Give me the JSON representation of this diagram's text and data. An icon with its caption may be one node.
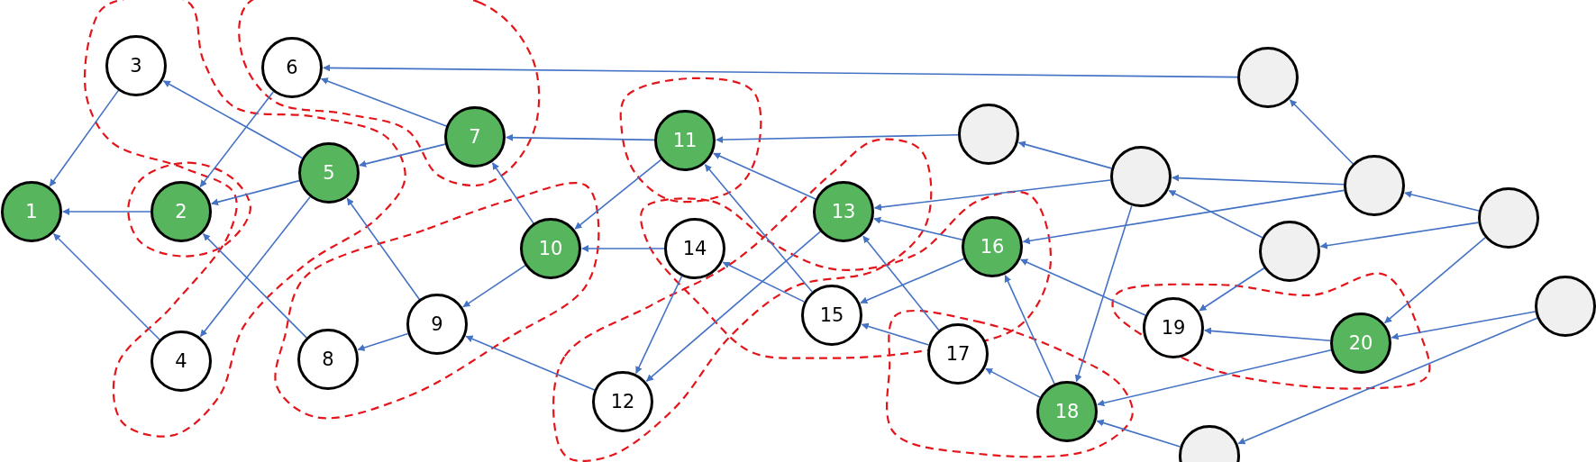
{
  "diagram": {
    "nodes": [
      {
        "text": [
          "1"
        ]
      },
      {
        "text": [
          "2"
        ]
      },
      {
        "text": [
          "3"
        ]
      },
      {
        "text": [
          "4"
        ]
      },
      {
        "text": [
          "5"
        ]
      },
      {
        "text": [
          "6"
        ]
      },
      {
        "text": [
          "7"
        ]
      },
      {
        "text": [
          "8"
        ]
      },
      {
        "text": [
          "9"
        ]
      },
      {
        "text": [
          "10"
        ]
      },
      {
        "text": [
          "11"
        ]
      },
      {
        "text": [
          "12"
        ]
      },
      {
        "text": [
          "13"
        ]
      },
      {
        "text": [
          "14"
        ]
      },
      {
        "text": [
          "15"
        ]
      },
      {
        "text": [
          "16"
        ]
      },
      {
        "text": [
          "17"
        ]
      },
      {
        "text": [
          "18"
        ]
      },
      {
        "text": [
          "19"
        ]
      },
      {
        "text": [
          "20"
        ]
      },
      {
        "text": [],
        "shape": "circle"
      },
      {
        "text": [],
        "shape": "circle"
      },
      {
        "text": [],
        "shape": "circle"
      },
      {
        "text": [],
        "shape": "circle"
      },
      {
        "text": [],
        "shape": "circle"
      },
      {
        "text": [],
        "shape": "circle"
      },
      {
        "text": [],
        "shape": "circle"
      },
      {
        "text": [],
        "shape": "circle"
      }
    ],
    "edges": [
      {
        "from": 2,
        "to": 0,
        "arrow": "to"
      },
      {
        "from": 1,
        "to": 0,
        "arrow": "to"
      },
      {
        "from": 3,
        "to": 0,
        "arrow": "to"
      },
      {
        "from": 4,
        "to": 2,
        "arrow": "to"
      },
      {
        "from": 5,
        "to": 1,
        "arrow": "to"
      },
      {
        "from": 4,
        "to": 1,
        "arrow": "to"
      },
      {
        "from": 4,
        "to": 3,
        "arrow": "to"
      },
      {
        "from": 7,
        "to": 1,
        "arrow": "to"
      },
      {
        "from": 6,
        "to": 5,
        "arrow": "to"
      },
      {
        "from": 6,
        "to": 4,
        "arrow": "to"
      },
      {
        "from": 9,
        "to": 6,
        "arrow": "to"
      },
      {
        "from": 8,
        "to": 4,
        "arrow": "to"
      },
      {
        "from": 9,
        "to": 8,
        "arrow": "to"
      },
      {
        "from": 8,
        "to": 7,
        "arrow": "to"
      },
      {
        "from": 11,
        "to": 8,
        "arrow": "to"
      },
      {
        "from": 10,
        "to": 6,
        "arrow": "to"
      },
      {
        "from": 23,
        "to": 5,
        "arrow": "to"
      },
      {
        "from": 10,
        "to": 9,
        "arrow": "to"
      },
      {
        "from": 13,
        "to": 9,
        "arrow": "to"
      },
      {
        "from": 20,
        "to": 10,
        "arrow": "to"
      },
      {
        "from": 12,
        "to": 10,
        "arrow": "to"
      },
      {
        "from": 14,
        "to": 10,
        "arrow": "to"
      },
      {
        "from": 13,
        "to": 11,
        "arrow": "to"
      },
      {
        "from": 12,
        "to": 11,
        "arrow": "to"
      },
      {
        "from": 14,
        "to": 13,
        "arrow": "to"
      },
      {
        "from": 15,
        "to": 12,
        "arrow": "to"
      },
      {
        "from": 16,
        "to": 12,
        "arrow": "to"
      },
      {
        "from": 21,
        "to": 12,
        "arrow": "to"
      },
      {
        "from": 15,
        "to": 14,
        "arrow": "to"
      },
      {
        "from": 16,
        "to": 14,
        "arrow": "to"
      },
      {
        "from": 17,
        "to": 16,
        "arrow": "to"
      },
      {
        "from": 17,
        "to": 15,
        "arrow": "to"
      },
      {
        "from": 25,
        "to": 15,
        "arrow": "to"
      },
      {
        "from": 18,
        "to": 15,
        "arrow": "to"
      },
      {
        "from": 21,
        "to": 20,
        "arrow": "to"
      },
      {
        "from": 25,
        "to": 21,
        "arrow": "to"
      },
      {
        "from": 25,
        "to": 23,
        "arrow": "to"
      },
      {
        "from": 24,
        "to": 21,
        "arrow": "to"
      },
      {
        "from": 26,
        "to": 25,
        "arrow": "to"
      },
      {
        "from": 26,
        "to": 24,
        "arrow": "to"
      },
      {
        "from": 24,
        "to": 18,
        "arrow": "to"
      },
      {
        "from": 26,
        "to": 19,
        "arrow": "to"
      },
      {
        "from": 19,
        "to": 18,
        "arrow": "to"
      },
      {
        "from": 19,
        "to": 17,
        "arrow": "to"
      },
      {
        "from": 27,
        "to": 19,
        "arrow": "to"
      },
      {
        "from": 27,
        "to": 22,
        "arrow": "to"
      },
      {
        "from": 22,
        "to": 17,
        "arrow": "to"
      },
      {
        "from": 21,
        "to": 17,
        "arrow": "to"
      }
    ]
  }
}
